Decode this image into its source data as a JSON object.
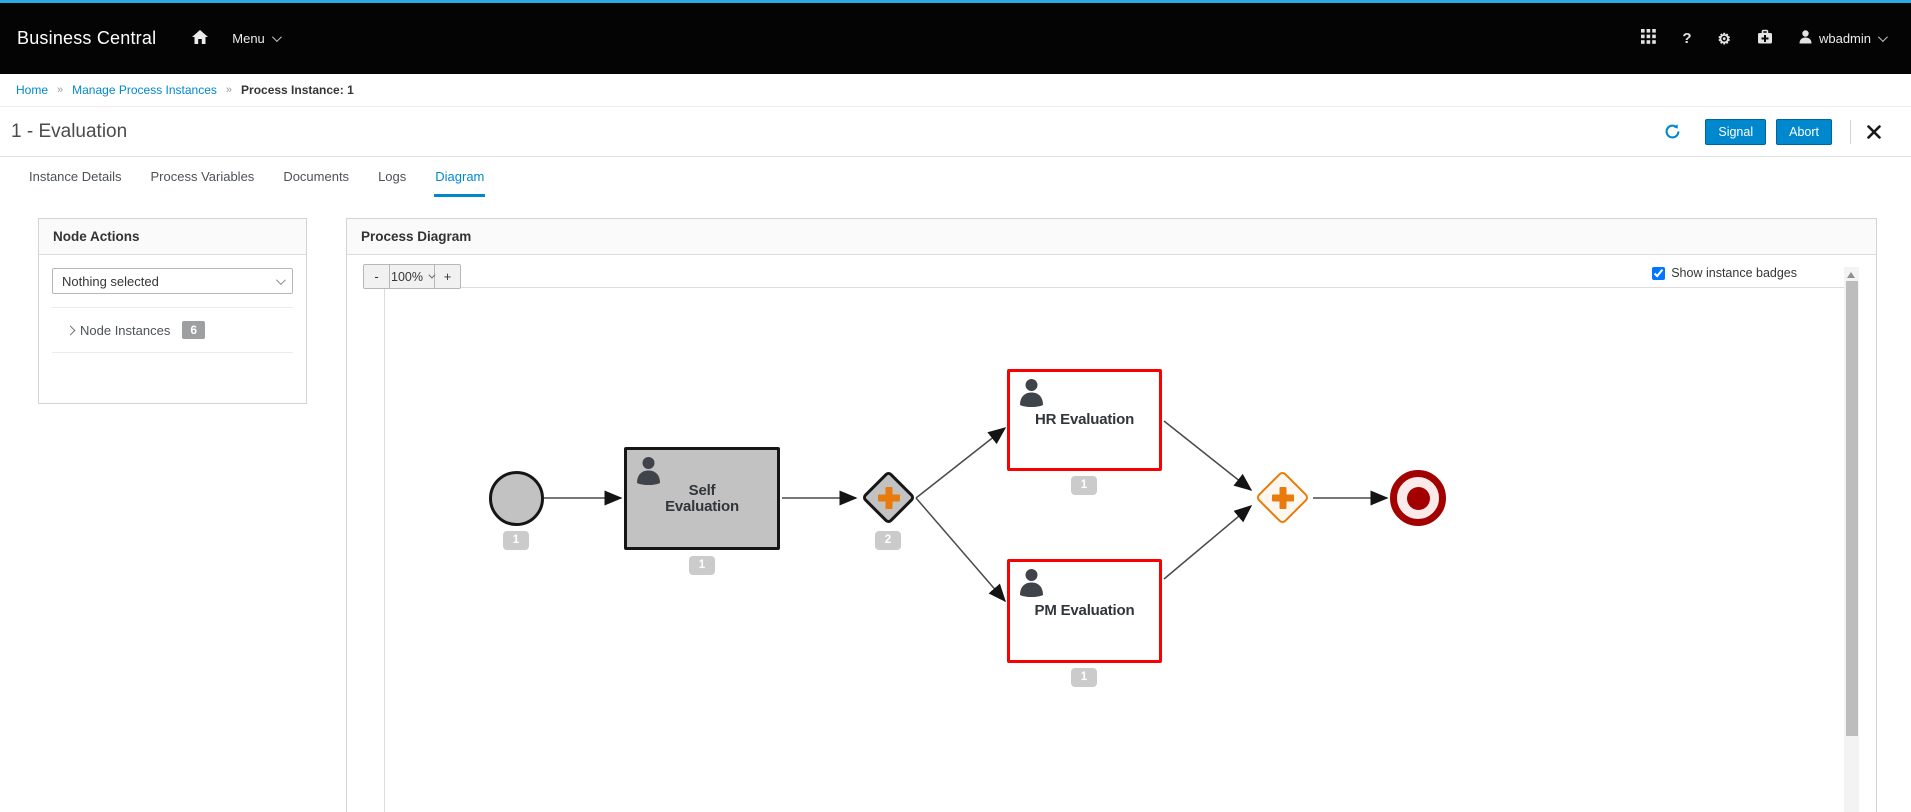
{
  "navbar": {
    "brand": "Business Central",
    "menu_label": "Menu",
    "username": "wbadmin"
  },
  "icons": {
    "help_glyph": "?",
    "gear_glyph": "⚙"
  },
  "breadcrumb": {
    "home": "Home",
    "separator": "»",
    "manage": "Manage Process Instances",
    "current": "Process Instance: 1"
  },
  "header": {
    "title": "1 - Evaluation",
    "signal": "Signal",
    "abort": "Abort"
  },
  "tabs": [
    {
      "label": "Instance Details",
      "active": false
    },
    {
      "label": "Process Variables",
      "active": false
    },
    {
      "label": "Documents",
      "active": false
    },
    {
      "label": "Logs",
      "active": false
    },
    {
      "label": "Diagram",
      "active": true
    }
  ],
  "node_actions": {
    "title": "Node Actions",
    "selected": "Nothing selected",
    "instances_label": "Node Instances",
    "instances_count": "6"
  },
  "diagram": {
    "title": "Process Diagram",
    "zoom_out": "-",
    "zoom_level": "100%",
    "zoom_in": "+",
    "show_badges": "Show instance badges",
    "badges_checked": true,
    "nodes": {
      "start": {
        "type": "start-event",
        "badge": "1"
      },
      "self": {
        "type": "user-task",
        "label": "Self Evaluation",
        "badge": "1"
      },
      "split": {
        "type": "parallel-gateway-diverging",
        "badge": "2"
      },
      "hr": {
        "type": "user-task",
        "label": "HR Evaluation",
        "badge": "1"
      },
      "pm": {
        "type": "user-task",
        "label": "PM Evaluation",
        "badge": "1"
      },
      "join": {
        "type": "parallel-gateway-converging"
      },
      "end": {
        "type": "end-event"
      }
    }
  },
  "colors": {
    "accent_blue": "#0088ce",
    "top_strip": "#2aabe2",
    "navbar_bg": "#040404",
    "node_gray": "#c2c2c2",
    "active_node_red": "#fb0000",
    "gateway_orange": "#e97b0c",
    "end_event_red": "#a30000",
    "badge_gray": "#cbcbcb"
  }
}
